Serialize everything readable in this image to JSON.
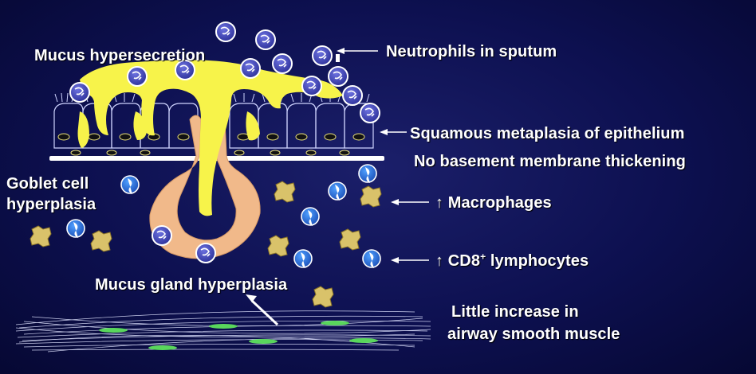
{
  "labels": {
    "mucus_hypersecretion": "Mucus hypersecretion",
    "neutrophils": "Neutrophils in sputum",
    "squamous": "Squamous metaplasia of epithelium",
    "no_bm": "No basement membrane thickening",
    "goblet_line1": "Goblet cell",
    "goblet_line2": "hyperplasia",
    "macrophages": "↑ Macrophages",
    "cd8_prefix": "↑ CD8",
    "cd8_sup": "+",
    "cd8_suffix": " lymphocytes",
    "gland": "Mucus gland hyperplasia",
    "smooth_line1": "Little increase in",
    "smooth_line2": "airway smooth muscle"
  },
  "colors": {
    "mucus": "#f7f34a",
    "gland": "#f1b98a",
    "neutrophil": "#3a3fb0",
    "lymphocyte": "#2a7bd6",
    "macrophage": "#d9c26a",
    "muscle_nucleus": "#59d65c"
  }
}
